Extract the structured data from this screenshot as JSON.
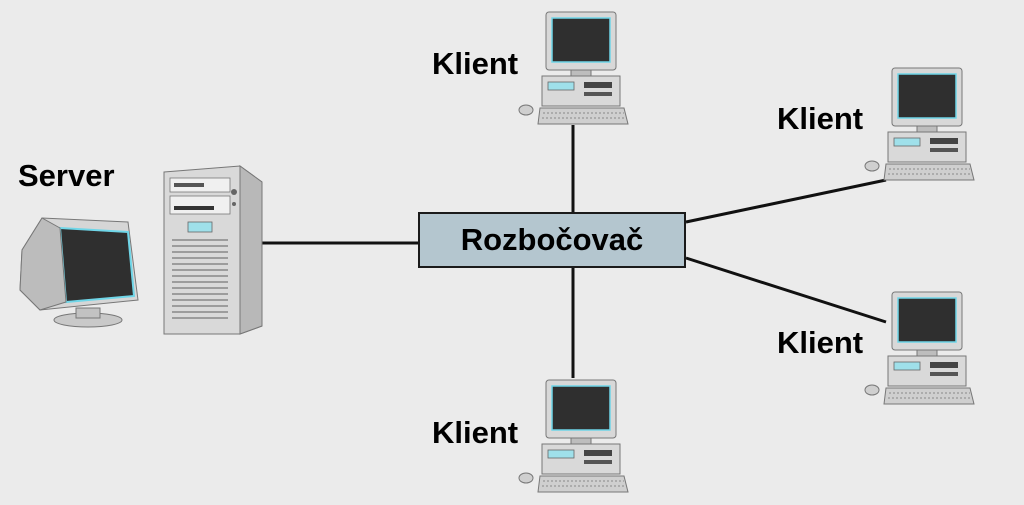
{
  "server": {
    "label": "Server"
  },
  "hub": {
    "label": "Rozbočovač"
  },
  "clients": [
    {
      "label": "Klient"
    },
    {
      "label": "Klient"
    },
    {
      "label": "Klient"
    },
    {
      "label": "Klient"
    }
  ],
  "colors": {
    "background": "#ebebeb",
    "hub_fill": "#b4c6cf",
    "line": "#111111",
    "screen": "#333333",
    "case": "#d9d9d9"
  }
}
